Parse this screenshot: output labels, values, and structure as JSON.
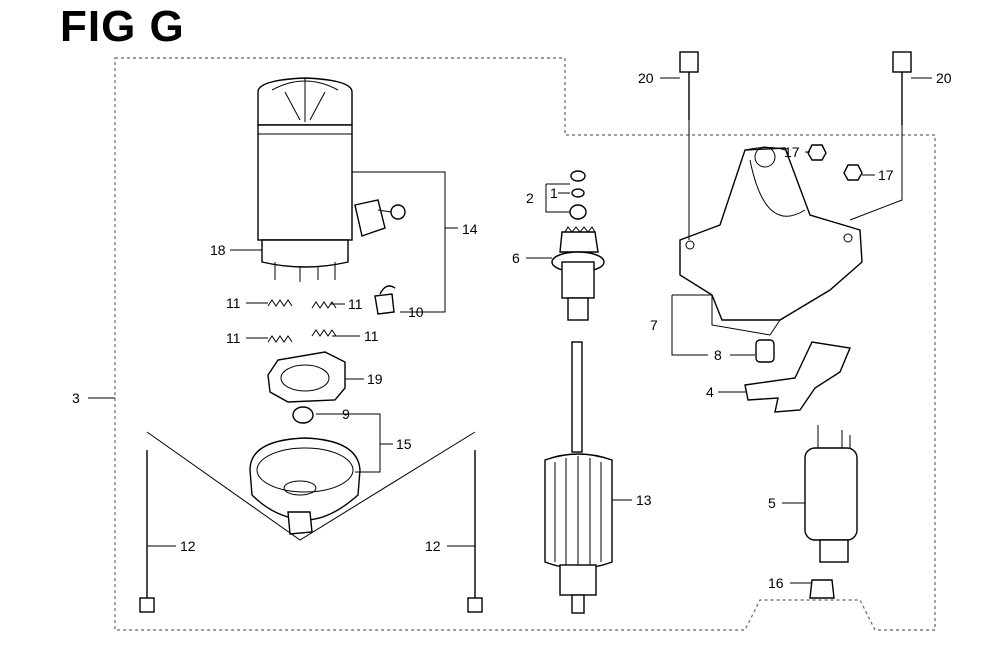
{
  "figure": {
    "title": "FIG G"
  },
  "labels": {
    "l1": "1",
    "l2": "2",
    "l3": "3",
    "l4": "4",
    "l5": "5",
    "l6": "6",
    "l7": "7",
    "l8": "8",
    "l9": "9",
    "l10": "10",
    "l11a": "11",
    "l11b": "11",
    "l11c": "11",
    "l11d": "11",
    "l12a": "12",
    "l12b": "12",
    "l13": "13",
    "l14": "14",
    "l15": "15",
    "l16": "16",
    "l17a": "17",
    "l17b": "17",
    "l18": "18",
    "l19": "19",
    "l20a": "20",
    "l20b": "20"
  }
}
